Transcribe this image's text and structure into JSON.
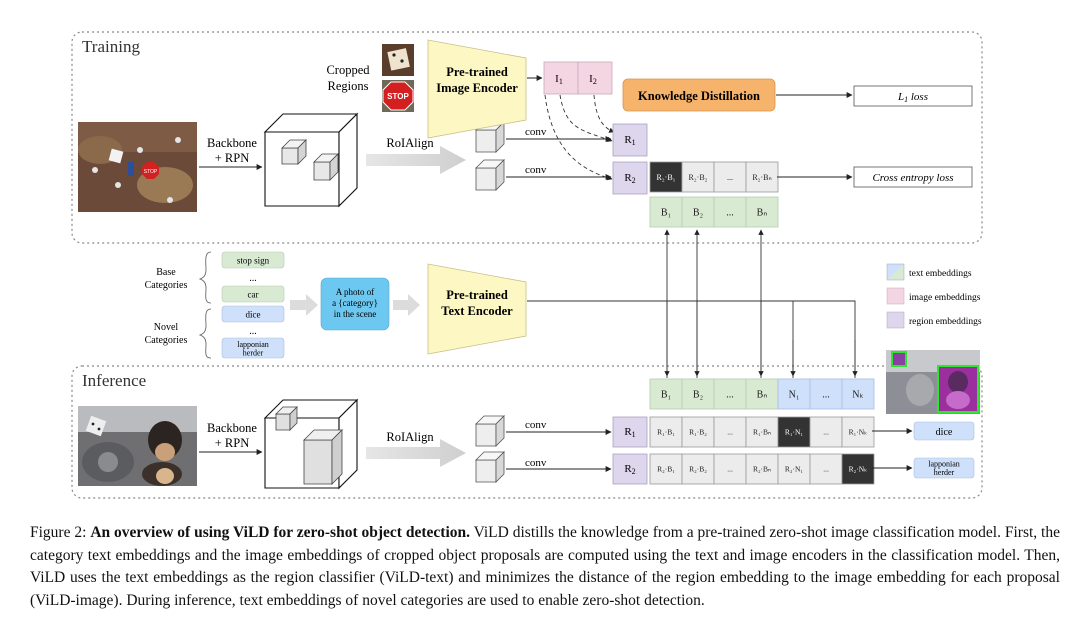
{
  "sections": {
    "training": "Training",
    "inference": "Inference"
  },
  "labels": {
    "cropped_regions_1": "Cropped",
    "cropped_regions_2": "Regions",
    "image_encoder_1": "Pre-trained",
    "image_encoder_2": "Image Encoder",
    "text_encoder_1": "Pre-trained",
    "text_encoder_2": "Text Encoder",
    "backbone_1": "Backbone",
    "backbone_2": "+ RPN",
    "roialign": "RoIAlign",
    "conv": "conv",
    "knowledge_distillation": "Knowledge Distillation",
    "l1_loss_L": "L",
    "l1_loss_sub": "1",
    "l1_loss_rest": " loss",
    "cross_entropy_loss": "Cross entropy loss",
    "base_categories_1": "Base",
    "base_categories_2": "Categories",
    "novel_categories_1": "Novel",
    "novel_categories_2": "Categories",
    "prompt_1": "A photo of",
    "prompt_2": "a {category}",
    "prompt_3": "in the scene",
    "ellipsis": "...",
    "stop_sign_icon_text": "STOP"
  },
  "image_embeddings": [
    "I",
    "I"
  ],
  "image_embedding_subs": [
    "1",
    "2"
  ],
  "categories": {
    "base": [
      "stop sign",
      "...",
      "car"
    ],
    "novel": [
      "dice",
      "...",
      "lapponian",
      "herder"
    ]
  },
  "region_labels": {
    "r1_main": "R",
    "r1_sub": "1",
    "r2_main": "R",
    "r2_sub": "2"
  },
  "training_scores": [
    "R₂·B₁",
    "R₂·B₂",
    "...",
    "R₂·Bₙ"
  ],
  "base_embeddings": [
    "B₁",
    "B₂",
    "...",
    "Bₙ"
  ],
  "inference_embeddings": [
    "B₁",
    "B₂",
    "...",
    "Bₙ",
    "N₁",
    "...",
    "Nₖ"
  ],
  "inference_scores_r1": [
    "R₁·B₁",
    "R₁·B₂",
    "...",
    "R₁·Bₙ",
    "R₁·N₁",
    "...",
    "R₁·Nₖ"
  ],
  "inference_scores_r2": [
    "R₂·B₁",
    "R₂·B₂",
    "...",
    "R₂·Bₙ",
    "R₂·N₁",
    "...",
    "R₂·Nₖ"
  ],
  "outputs": {
    "r1": "dice",
    "r2_1": "lapponian",
    "r2_2": "herder"
  },
  "legend": [
    "text embeddings",
    "image embeddings",
    "region embeddings"
  ],
  "colors": {
    "text_embedding": "#d9ead3",
    "text_embedding_novel": "#cfe0fa",
    "image_embedding": "#f4d6e3",
    "region_embedding": "#ddd6ec",
    "distillation": "#f6b36b",
    "encoder": "#fdf7c3",
    "prompt": "#6cc8f0",
    "highlight": "#333333"
  },
  "caption": {
    "prefix": "Figure 2: ",
    "bold": "An overview of using ViLD for zero-shot object detection.",
    "body": " ViLD distills the knowledge from a pre-trained zero-shot image classification model. First, the category text embeddings and the image embeddings of cropped object proposals are computed using the text and image encoders in the classification model. Then, ViLD uses the text embeddings as the region classifier (ViLD-text) and minimizes the distance of the region embedding to the image embedding for each proposal (ViLD-image). During inference, text embeddings of novel categories are used to enable zero-shot detection."
  }
}
